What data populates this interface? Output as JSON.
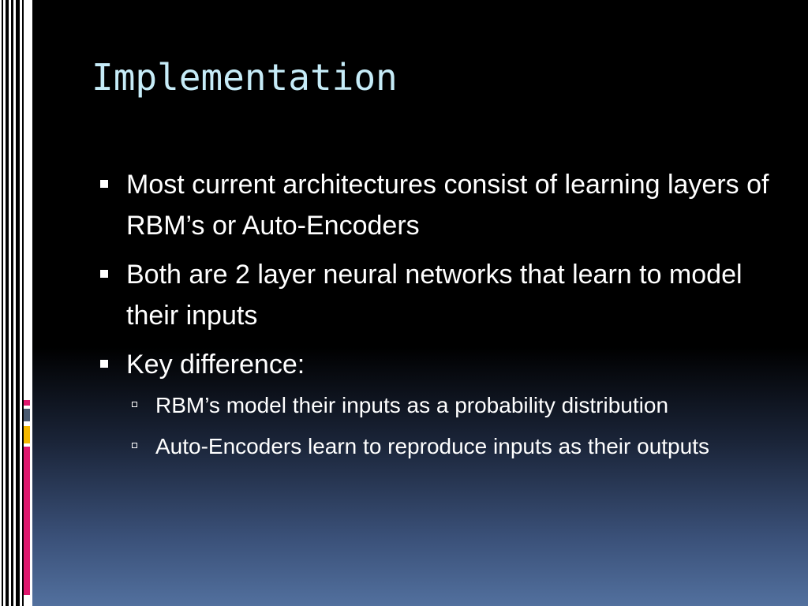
{
  "slide": {
    "title": "Implementation",
    "bullets": [
      {
        "text": "Most current architectures consist of learning layers of RBM’s or Auto-Encoders"
      },
      {
        "text": "Both are 2 layer neural networks that learn to model their inputs"
      },
      {
        "text": "Key difference:"
      }
    ],
    "sub_bullets": [
      {
        "text": "RBM’s model their inputs as a probability distribution"
      },
      {
        "text": "Auto-Encoders learn to reproduce inputs as their outputs"
      }
    ]
  },
  "colors": {
    "background_top": "#000000",
    "background_bottom": "#52709e",
    "title": "#c6ecf8",
    "body_text": "#ffffff",
    "accent_gray": "#4a5a70",
    "accent_yellow": "#f5b800",
    "accent_pink": "#e0186e"
  }
}
